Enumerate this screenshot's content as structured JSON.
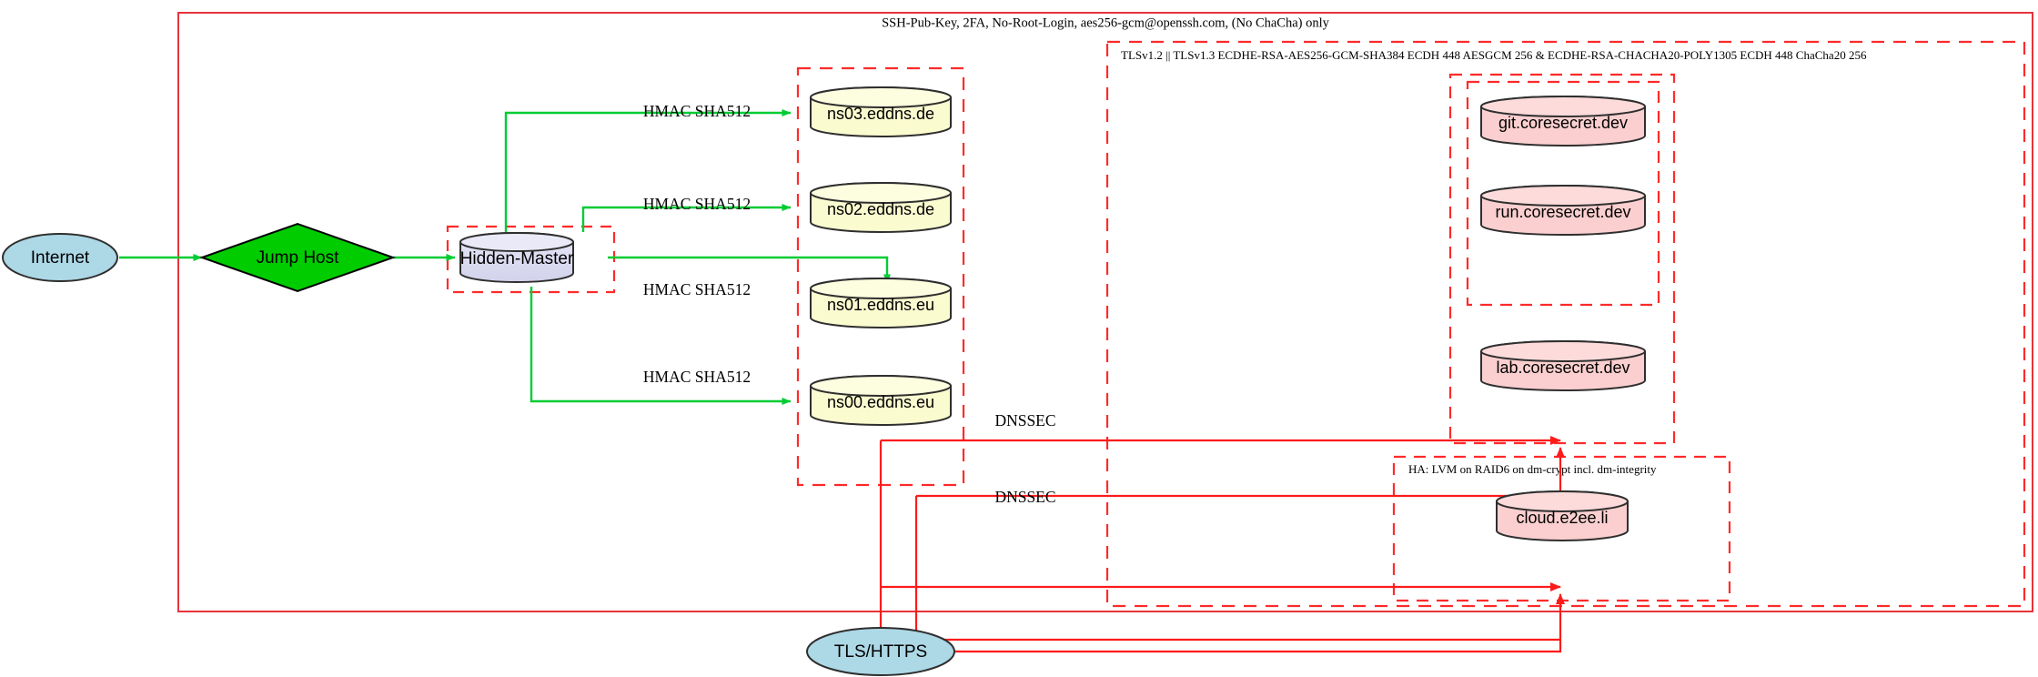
{
  "diagram": {
    "title": "Hidden-Master DNS and coresecret.dev infrastructure topology",
    "colors": {
      "boundary_red": "#e8323c",
      "dashed_red": "#ff2a2a",
      "link_green": "#00cc33",
      "cylinder_yellow": "#fbfbd0",
      "cylinder_pink": "#fbcfcf",
      "ellipse_blue": "#add8e6",
      "diamond_green": "#00cc00",
      "node_lilac": "#dcdcf0",
      "stroke_dark": "#2f2f2f",
      "text_black": "#000000"
    },
    "boundaries": {
      "ssh_zone_label": "SSH-Pub-Key, 2FA, No-Root-Login, aes256-gcm@openssh.com, (No ChaCha) only",
      "tls_zone_label": "TLSv1.2 || TLSv1.3 ECDHE-RSA-AES256-GCM-SHA384 ECDH 448 AESGCM 256 & ECDHE-RSA-CHACHA20-POLY1305 ECDH 448 ChaCha20 256",
      "ha_zone_label": "HA: LVM on RAID6 on dm-crypt incl. dm-integrity"
    },
    "nodes": {
      "internet": "Internet",
      "jump_host": "Jump Host",
      "hidden_master": "Hidden-Master",
      "ns03": "ns03.eddns.de",
      "ns02": "ns02.eddns.de",
      "ns01": "ns01.eddns.eu",
      "ns00": "ns00.eddns.eu",
      "git": "git.coresecret.dev",
      "run": "run.coresecret.dev",
      "lab": "lab.coresecret.dev",
      "cloud": "cloud.e2ee.li",
      "tls_https": "TLS/HTTPS"
    },
    "edge_labels": {
      "hmac_ns03": "HMAC SHA512",
      "hmac_ns02": "HMAC SHA512",
      "hmac_ns01": "HMAC SHA512",
      "hmac_ns00": "HMAC SHA512",
      "dnssec_upper": "DNSSEC",
      "dnssec_lower": "DNSSEC"
    }
  }
}
